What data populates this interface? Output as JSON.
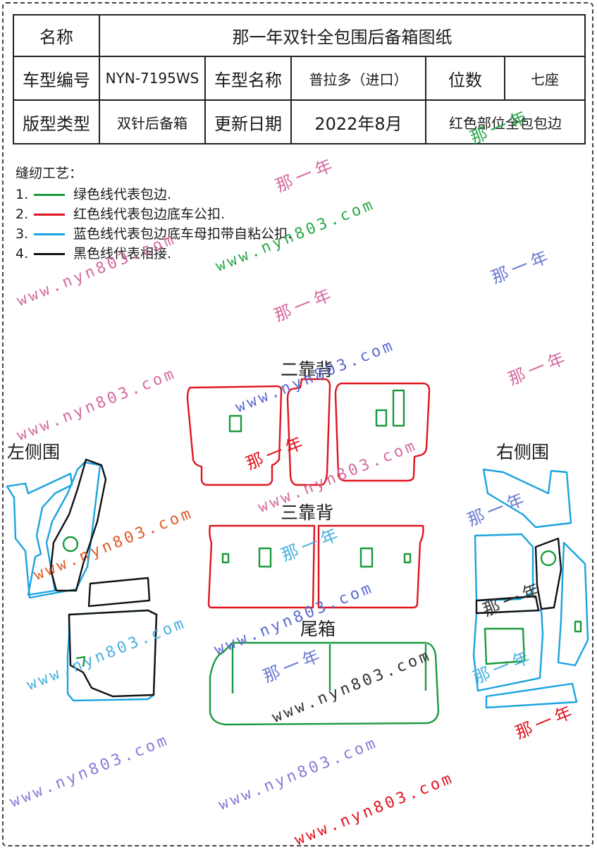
{
  "table": {
    "r1": {
      "label": "名称",
      "value": "那一年双针全包围后备箱图纸"
    },
    "r2": {
      "label_model_no": "车型编号",
      "model_no": "NYN-7195WS",
      "label_model_name": "车型名称",
      "model_name": "普拉多（进口）",
      "label_seats": "位数",
      "seats": "七座"
    },
    "r3": {
      "label_type": "版型类型",
      "type": "双针后备箱",
      "label_date": "更新日期",
      "date": "2022年8月",
      "note": "红色部位全包包边"
    }
  },
  "legend": {
    "title": "缝纫工艺：",
    "items": [
      {
        "num": "1.",
        "color": "#1a9a3c",
        "text": "绿色线代表包边."
      },
      {
        "num": "2.",
        "color": "#e0141e",
        "text": "红色线代表包边底车公扣."
      },
      {
        "num": "3.",
        "color": "#1aa3e0",
        "text": "蓝色线代表包边底车母扣带自粘公扣."
      },
      {
        "num": "4.",
        "color": "#111111",
        "text": "黑色线代表相接."
      }
    ]
  },
  "labels": {
    "second_row": "二靠背",
    "third_row": "三靠背",
    "trunk": "尾箱",
    "left_side": "左侧围",
    "right_side": "右侧围"
  },
  "colors": {
    "green": "#1a9a3c",
    "red": "#e0141e",
    "blue": "#1aa3e0",
    "black": "#111111"
  },
  "watermarks": {
    "url": "www.nyn803.com",
    "name": "那一年"
  }
}
